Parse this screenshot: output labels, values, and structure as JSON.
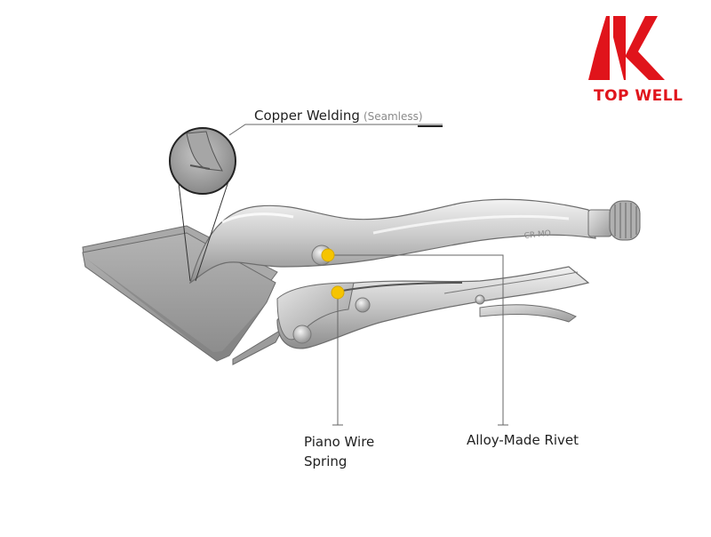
{
  "brand": {
    "name": "TOP WELL",
    "color": "#e0141b"
  },
  "callouts": {
    "copper_welding": {
      "title": "Copper Welding",
      "note": "(Seamless)"
    },
    "piano_wire_spring": {
      "line1": "Piano Wire",
      "line2": "Spring"
    },
    "alloy_rivet": {
      "title": "Alloy-Made Rivet"
    },
    "marker_color": "#f5c400"
  },
  "product": {
    "engraving": "CR-MO"
  }
}
